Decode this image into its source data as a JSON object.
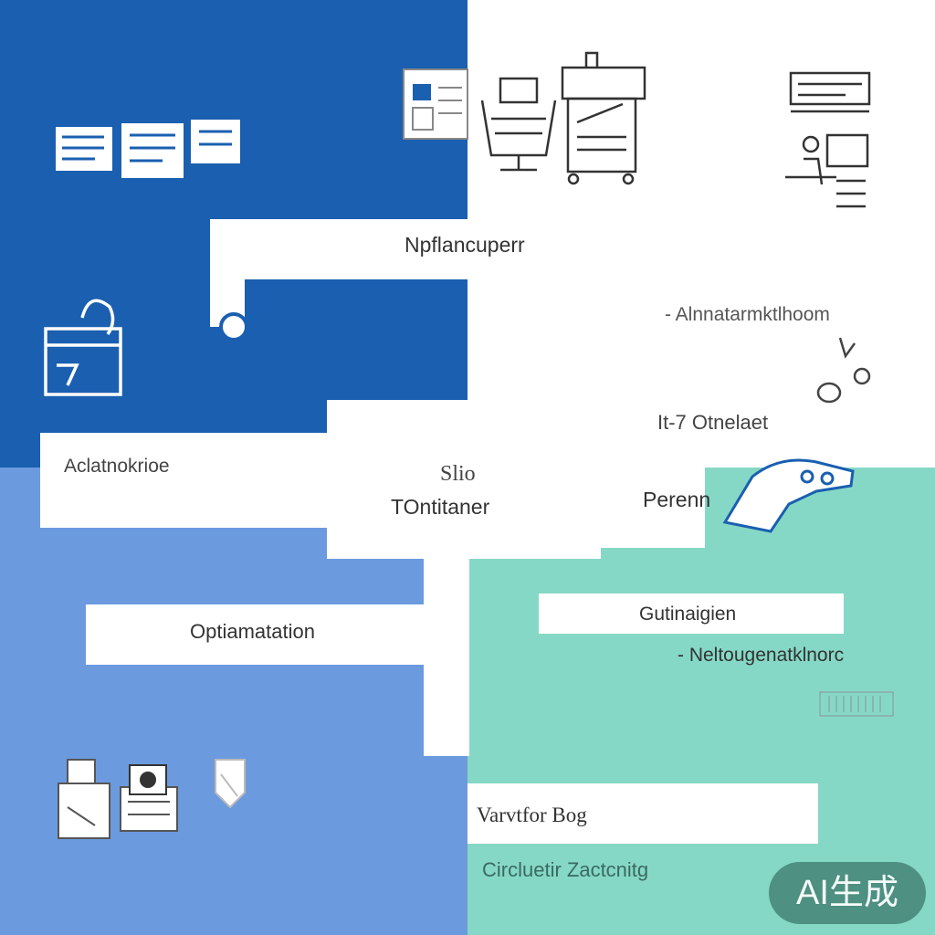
{
  "labels": {
    "top_center": "Npflancuperr",
    "right_top": "- Alnnatarmktlhoom",
    "right_mid": "It-7 Otnelaet",
    "left_mid": "Aclatnokrioe",
    "center_top": "Slio",
    "center": "TOntitaner",
    "person": "Perenn",
    "guide": "Gutinaigien",
    "net": "- Neltougenatklnorc",
    "optim": "Optiamatation",
    "vary": "Varvtfor  Bog",
    "circuit": "Circluetir Zactcnitg"
  },
  "badge": "AI生成",
  "icons": [
    "document-panel-icon",
    "id-card-icon",
    "machine-icon",
    "cart-icon",
    "monitor-desk-icon",
    "lunchbox-icon",
    "chat-bubble-icon",
    "hand-icon",
    "printer-icon",
    "camera-icon",
    "shield-icon",
    "barcode-icon"
  ],
  "colors": {
    "blue": "#1a5fb0",
    "light_blue": "#6c9ade",
    "mint": "#86d8c6",
    "badge": "#4a8a7c"
  }
}
